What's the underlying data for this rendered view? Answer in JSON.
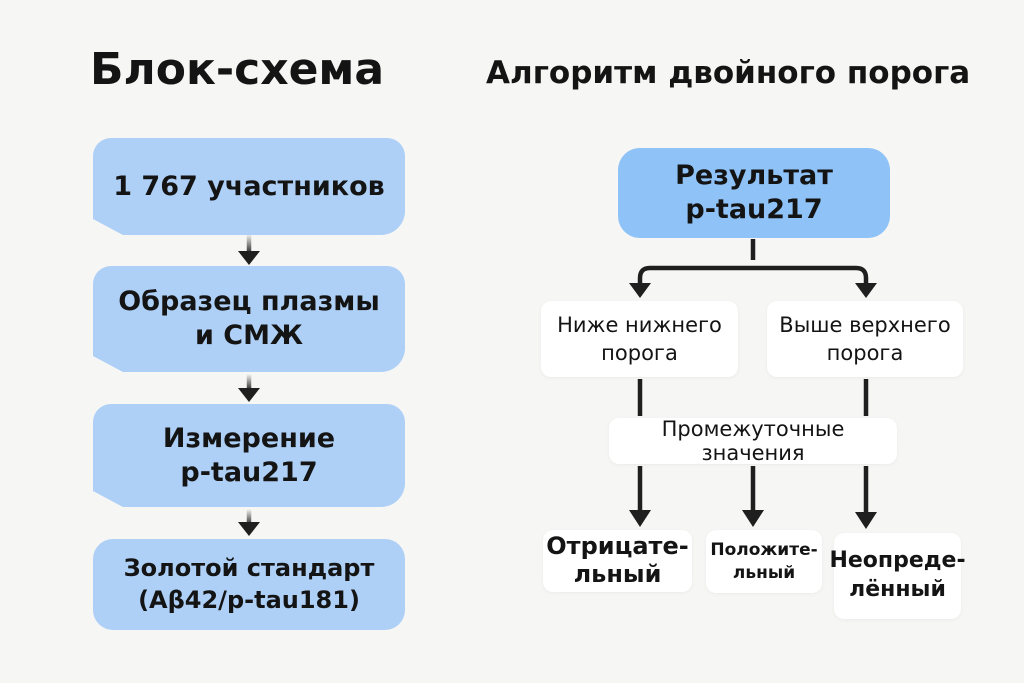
{
  "colors": {
    "background": "#f6f6f4",
    "box_blue_light": "#aed0f7",
    "box_blue_medium": "#8fc2f6",
    "box_white": "#ffffff",
    "text": "#141414",
    "connector": "#1f1f1f"
  },
  "left_panel": {
    "title": "Блок-схема",
    "boxes": [
      {
        "lines": [
          "1 767 участников"
        ]
      },
      {
        "lines": [
          "Образец плазмы",
          "и СМЖ"
        ]
      },
      {
        "lines": [
          "Измерение",
          "p-tau217"
        ]
      },
      {
        "lines": [
          "Золотой стандарт",
          "(Aβ42/p-tau181)"
        ]
      }
    ]
  },
  "right_panel": {
    "title": "Алгоритм двойного порога",
    "result_box": {
      "lines": [
        "Результат",
        "p-tau217"
      ]
    },
    "branch_boxes": [
      {
        "lines": [
          "Ниже нижнего",
          "порога"
        ]
      },
      {
        "lines": [
          "Выше верхнего",
          "порога"
        ]
      }
    ],
    "intermediate_box": {
      "label": "Промежуточные значения"
    },
    "outcome_boxes": [
      {
        "lines": [
          "Отрицате-",
          "льный"
        ]
      },
      {
        "lines": [
          "Положите-",
          "льный"
        ]
      },
      {
        "lines": [
          "Неопреде-",
          "лённый"
        ]
      }
    ]
  }
}
